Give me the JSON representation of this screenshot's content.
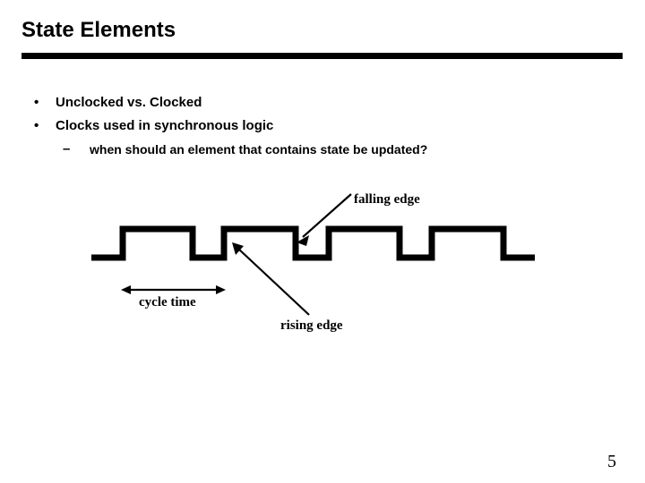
{
  "slide": {
    "title": "State Elements",
    "page_number": "5",
    "rule_color": "#000000",
    "text_color": "#000000",
    "background_color": "#ffffff"
  },
  "bullets": [
    {
      "level": 1,
      "marker": "•",
      "text": "Unclocked vs. Clocked"
    },
    {
      "level": 1,
      "marker": "•",
      "text": "Clocks used in synchronous logic"
    },
    {
      "level": 2,
      "marker": "–",
      "text": "when should an element that contains state be updated?"
    }
  ],
  "figure": {
    "name": "clock-waveform-diagram",
    "labels": {
      "falling_edge": "falling edge",
      "rising_edge": "rising edge",
      "cycle_time": "cycle time"
    }
  },
  "chart_data": {
    "type": "line",
    "title": "Clock waveform (square wave)",
    "xlabel": "",
    "ylabel": "",
    "grid": false,
    "legend": null,
    "series": [
      {
        "name": "clock",
        "description": "digital square wave, high = 1, low = 0",
        "points": [
          {
            "x": 102,
            "y": 0
          },
          {
            "x": 137,
            "y": 0
          },
          {
            "x": 137,
            "y": 1
          },
          {
            "x": 215,
            "y": 1
          },
          {
            "x": 215,
            "y": 0
          },
          {
            "x": 250,
            "y": 0
          },
          {
            "x": 250,
            "y": 1
          },
          {
            "x": 330,
            "y": 1
          },
          {
            "x": 330,
            "y": 0
          },
          {
            "x": 367,
            "y": 0
          },
          {
            "x": 367,
            "y": 1
          },
          {
            "x": 446,
            "y": 1
          },
          {
            "x": 446,
            "y": 0
          },
          {
            "x": 482,
            "y": 0
          },
          {
            "x": 482,
            "y": 1
          },
          {
            "x": 562,
            "y": 1
          },
          {
            "x": 562,
            "y": 0
          },
          {
            "x": 597,
            "y": 0
          }
        ]
      }
    ],
    "annotations": [
      {
        "text": "falling edge",
        "points_to_x": 330,
        "points_to_y": 1,
        "label_x": 395,
        "label_y": 227
      },
      {
        "text": "rising edge",
        "points_to_x": 250,
        "points_to_y": 0,
        "label_x": 313,
        "label_y": 368
      },
      {
        "text": "cycle time",
        "span_from_x": 137,
        "span_to_x": 250,
        "label_x": 155,
        "label_y": 342
      }
    ],
    "ylim": [
      0,
      1
    ],
    "xlim": [
      102,
      597
    ]
  }
}
